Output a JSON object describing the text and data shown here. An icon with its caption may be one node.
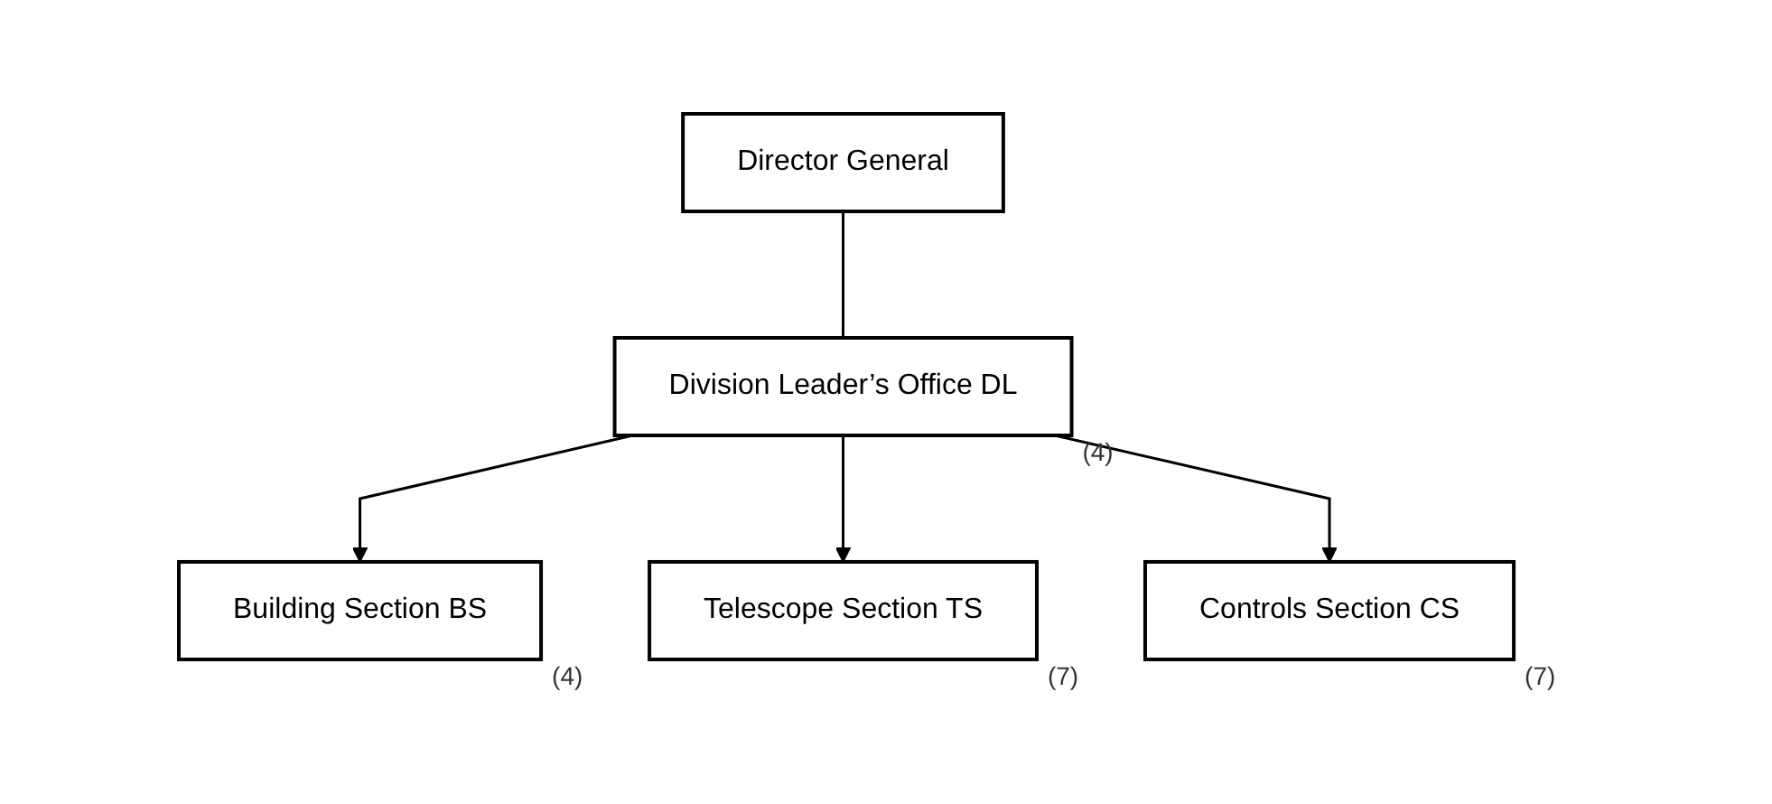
{
  "diagram": {
    "nodes": [
      {
        "text": [
          "Director General"
        ]
      },
      {
        "text": [
          "Division Leader’s Office DL"
        ],
        "beside": [
          "(4)"
        ]
      },
      {
        "text": [
          "Building Section BS"
        ],
        "beside": [
          "(4)"
        ]
      },
      {
        "text": [
          "Telescope Section TS"
        ],
        "beside": [
          "(7)"
        ]
      },
      {
        "text": [
          "Controls Section CS"
        ],
        "beside": [
          "(7)"
        ]
      }
    ],
    "edges": [
      {
        "from": 0,
        "to": 1,
        "arrow": "none"
      },
      {
        "from": 1,
        "to": 2,
        "arrow": "to"
      },
      {
        "from": 1,
        "to": 3,
        "arrow": "to"
      },
      {
        "from": 1,
        "to": 4,
        "arrow": "to"
      }
    ]
  }
}
